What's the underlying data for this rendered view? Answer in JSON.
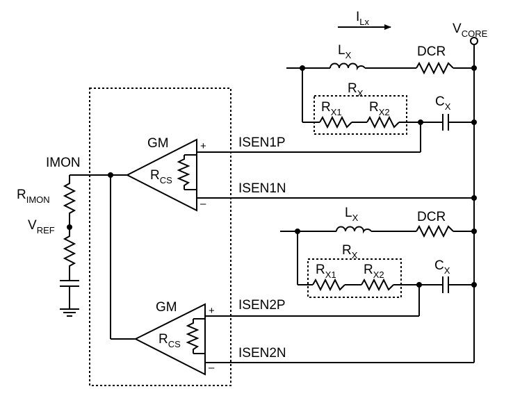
{
  "labels": {
    "current": {
      "main": "I",
      "sub": "Lx"
    },
    "vcore": {
      "main": "V",
      "sub": "CORE"
    },
    "imon": "IMON",
    "rimon": {
      "main": "R",
      "sub": "IMON"
    },
    "vref": {
      "main": "V",
      "sub": "REF"
    },
    "phase1": {
      "lx": {
        "main": "L",
        "sub": "X"
      },
      "dcr": "DCR",
      "rx": {
        "main": "R",
        "sub": "X"
      },
      "rx1": {
        "main": "R",
        "sub": "X1"
      },
      "rx2": {
        "main": "R",
        "sub": "X2"
      },
      "cx": {
        "main": "C",
        "sub": "X"
      }
    },
    "phase2": {
      "lx": {
        "main": "L",
        "sub": "X"
      },
      "dcr": "DCR",
      "rx": {
        "main": "R",
        "sub": "X"
      },
      "rx1": {
        "main": "R",
        "sub": "X1"
      },
      "rx2": {
        "main": "R",
        "sub": "X2"
      },
      "cx": {
        "main": "C",
        "sub": "X"
      }
    },
    "amp1": {
      "title": "GM",
      "rcs": {
        "main": "R",
        "sub": "CS"
      },
      "plus": "+",
      "minus": "–",
      "pos_input": "ISEN1P",
      "neg_input": "ISEN1N"
    },
    "amp2": {
      "title": "GM",
      "rcs": {
        "main": "R",
        "sub": "CS"
      },
      "plus": "+",
      "minus": "–",
      "pos_input": "ISEN2P",
      "neg_input": "ISEN2N"
    }
  }
}
